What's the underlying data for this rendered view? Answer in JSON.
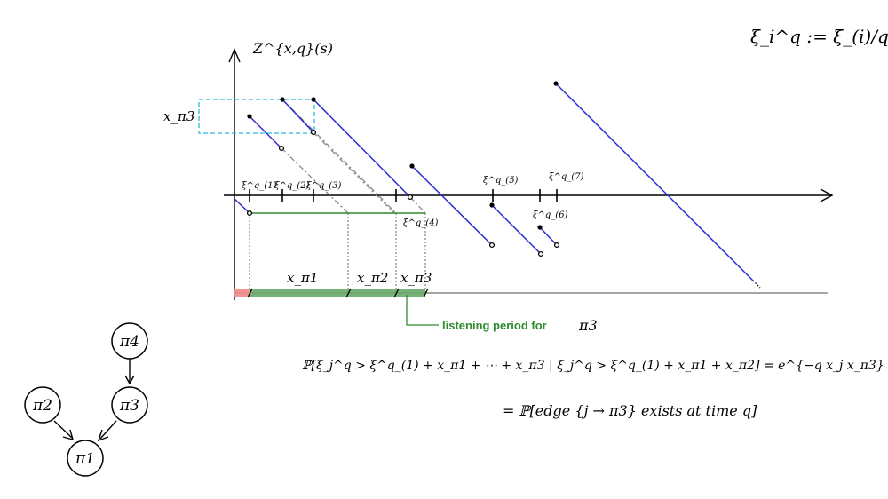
{
  "definition": "ξ_i^q := ξ_(i)/q",
  "axis": {
    "y_label": "Z^{x,q}(s)"
  },
  "tick_labels": [
    "ξ^q_(1)",
    "ξ^q_(2)",
    "ξ^q_(3)",
    "ξ^q_(4)",
    "ξ^q_(5)",
    "ξ^q_(6)",
    "ξ^q_(7)"
  ],
  "bracket_label": "x_π3",
  "segment_labels": [
    "x_π1",
    "x_π2",
    "x_π3"
  ],
  "listening_label": "listening period for",
  "listening_symbol": "π3",
  "formula": {
    "line1": "ℙ[ξ_j^q > ξ^q_(1) + x_π1 + ⋯ + x_π3 | ξ_j^q > ξ^q_(1) + x_π1 + x_π2] = e^{−q x_j x_π3}",
    "line2": "= ℙ[edge {j → π3} exists at time q]"
  },
  "graph_nodes": [
    "π4",
    "π3",
    "π2",
    "π1"
  ],
  "colors": {
    "axis": "#000000",
    "jump_line": "#2a2ad0",
    "dashed_gray": "#888888",
    "listening_green": "#2e8b2e",
    "band_green": "#6aaa6a",
    "band_pink": "#f08a8a",
    "bracket_cyan": "#29b6e6"
  }
}
